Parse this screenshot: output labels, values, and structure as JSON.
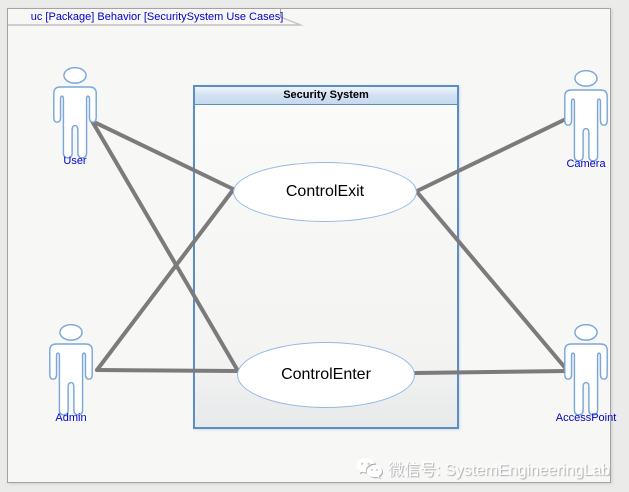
{
  "frame": {
    "title": "uc [Package] Behavior [SecuritySystem Use Cases]"
  },
  "system_boundary": {
    "title": "Security System"
  },
  "use_cases": [
    {
      "label": "ControlExit"
    },
    {
      "label": "ControlEnter"
    }
  ],
  "actors": [
    {
      "label": "User"
    },
    {
      "label": "Camera"
    },
    {
      "label": "Admin"
    },
    {
      "label": "AccessPoint"
    }
  ],
  "associations": [
    {
      "from": "User",
      "to": "ControlExit"
    },
    {
      "from": "User",
      "to": "ControlEnter"
    },
    {
      "from": "Admin",
      "to": "ControlExit"
    },
    {
      "from": "Admin",
      "to": "ControlEnter"
    },
    {
      "from": "Camera",
      "to": "ControlExit"
    },
    {
      "from": "AccessPoint",
      "to": "ControlExit"
    },
    {
      "from": "AccessPoint",
      "to": "ControlEnter"
    }
  ],
  "watermark": {
    "icon": "wechat-icon",
    "text": "微信号: SystemEngineeringLab"
  },
  "colors": {
    "frame_title_text": "#0202cc",
    "actor_label_text": "#0202cc",
    "actor_outline": "#7ba7da",
    "use_case_outline": "#92b9e4",
    "boundary_border": "#5b8ec4",
    "boundary_header_fill": "#c5d9ee",
    "association_line": "#7b7b7b"
  }
}
